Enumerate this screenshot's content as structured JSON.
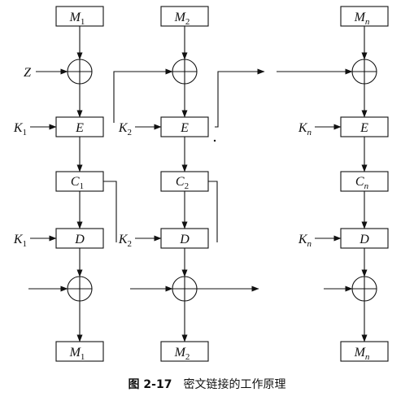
{
  "blocks": {
    "col1": {
      "top": {
        "base": "M",
        "sub": "1"
      },
      "left_input": {
        "base": "Z",
        "sub": ""
      },
      "enc_key": {
        "base": "K",
        "sub": "1"
      },
      "enc": "E",
      "cipher": {
        "base": "C",
        "sub": "1"
      },
      "dec_key": {
        "base": "K",
        "sub": "1"
      },
      "dec": "D",
      "bottom": {
        "base": "M",
        "sub": "1"
      }
    },
    "col2": {
      "top": {
        "base": "M",
        "sub": "2"
      },
      "enc_key": {
        "base": "K",
        "sub": "2"
      },
      "enc": "E",
      "cipher": {
        "base": "C",
        "sub": "2"
      },
      "dec_key": {
        "base": "K",
        "sub": "2"
      },
      "dec": "D",
      "bottom": {
        "base": "M",
        "sub": "2"
      }
    },
    "coln": {
      "top": {
        "base": "M",
        "sub": "n"
      },
      "enc_key": {
        "base": "K",
        "sub": "n"
      },
      "enc": "E",
      "cipher": {
        "base": "C",
        "sub": "n"
      },
      "dec_key": {
        "base": "K",
        "sub": "n"
      },
      "dec": "D",
      "bottom": {
        "base": "M",
        "sub": "n"
      }
    }
  },
  "caption": {
    "number": "图 2-17",
    "text": "密文链接的工作原理"
  }
}
